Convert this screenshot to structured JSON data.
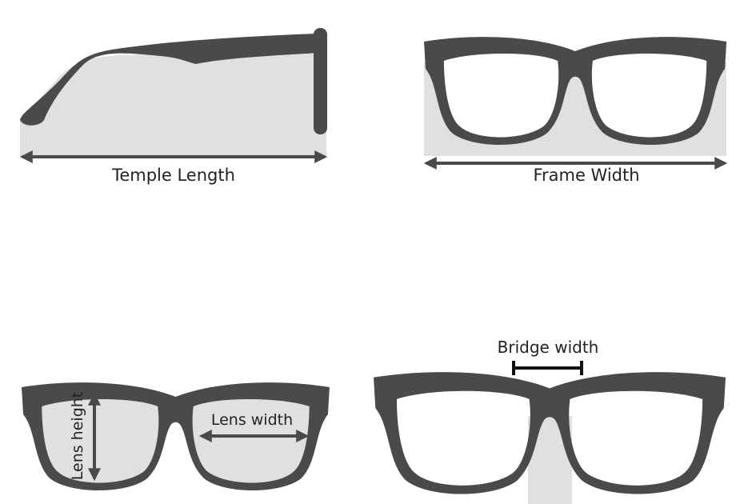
{
  "labels": {
    "temple_length": "Temple Length",
    "frame_width": "Frame Width",
    "lens_height": "Lens height",
    "lens_width": "Lens width",
    "bridge_width": "Bridge width"
  },
  "colors": {
    "frame": "#4a4a4a",
    "highlight": "#e0e0e0",
    "text": "#222222",
    "background": "#ffffff"
  }
}
